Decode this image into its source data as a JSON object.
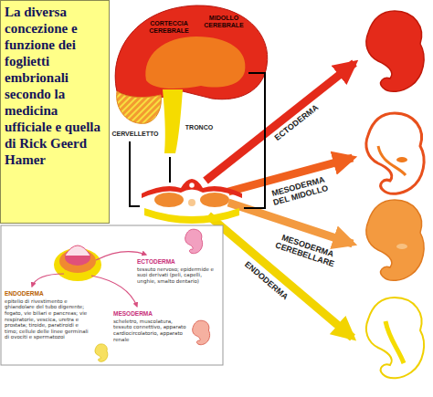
{
  "diagram": {
    "title": "La diversa concezione e funzione dei foglietti embrionali secondo la medicina ufficiale e quella di Rick Geerd Hamer",
    "nodes": [
      {
        "text": [
          "ECTODERMA",
          "tessuto nervoso; epidermide e suoi derivati (peli, capelli, unghie, smalto dentario)"
        ]
      },
      {
        "text": [
          "ENDODERMA",
          "epitelio di rivestimento e ghiandolare del tubo digerente; fegato, vie biliari e pancreas; vie respiratorie, vescica, uretra e prostata; tiroide, paratiroidi e timo; cellule delle linee germinali di ovociti e spermatozoi"
        ]
      },
      {
        "text": [
          "MESODERMA",
          "scheletro, muscolatura, tessuto connettivo, apparato cardiocircolatorio, apparato renale"
        ]
      }
    ],
    "labels": [
      "CORTECCIA CEREBRALE",
      "MIDOLLO CEREBRALE",
      "CERVELLETTO",
      "TRONCO",
      "ECTODERMA",
      "MESODERMA DEL MIDOLLO",
      "MESODERMA CEREBELLARE",
      "ENDODERMA"
    ]
  }
}
